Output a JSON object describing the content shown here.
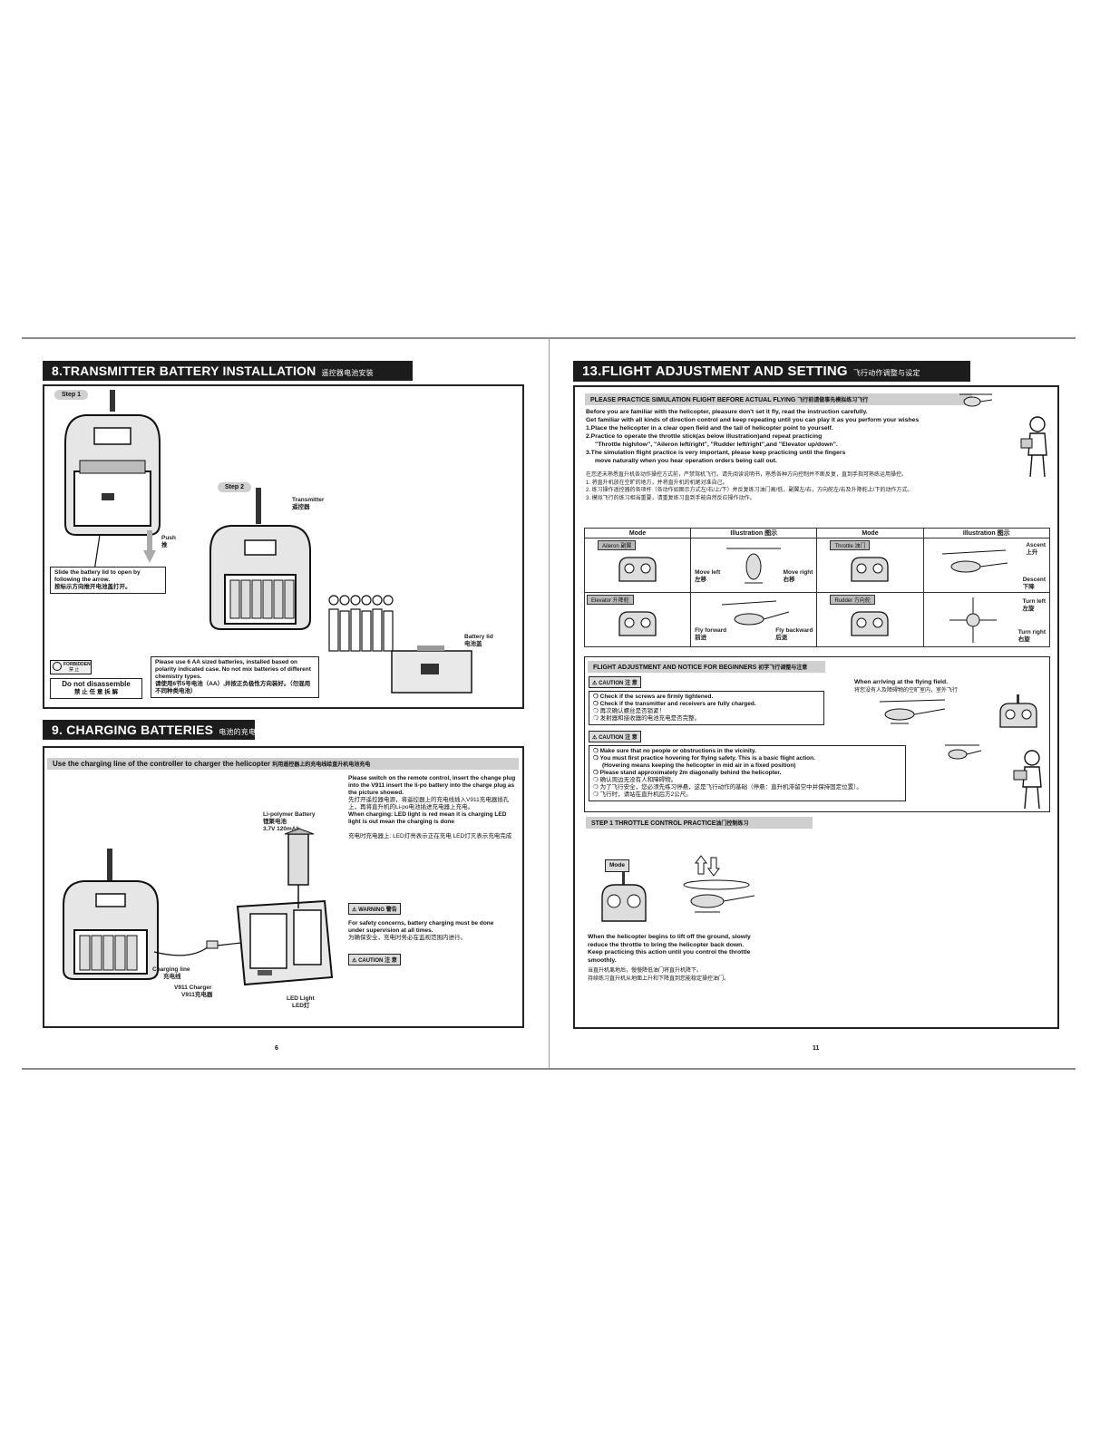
{
  "left_page": {
    "section8": {
      "title": "8.TRANSMITTER BATTERY INSTALLATION",
      "title_zh": "遥控器电池安装",
      "step1": "Step 1",
      "step2": "Step 2",
      "push": "Push",
      "push_zh": "推",
      "transmitter": "Transmitter",
      "transmitter_zh": "遥控器",
      "battery_lid": "Battery lid",
      "battery_lid_zh": "电池盖",
      "slide_note": "Slide the battery lid to open by following the arrow.",
      "slide_note_zh": "按标示方向推开电池盖打开。",
      "forbidden": "FORBIDDEN",
      "forbidden_zh": "禁 止",
      "do_not": "Do not disassemble",
      "do_not_zh": "禁 止 任 意 拆 解",
      "battery_note": "Please use 6 AA sized batteries, installed based on polarity indicated case. No not mix batteries of different chemistry types.",
      "battery_note_zh": "请使用6节5号电池（AA）,并按正负极性方向装好。（勿混用不同种类电池）"
    },
    "section9": {
      "title": "9. CHARGING BATTERIES",
      "title_zh": "电池的充电",
      "bar": "Use the charging line of the controller to charger the helicopter",
      "bar_zh": "利用遥控器上的充电线给直升机电池充电",
      "instructions": "Please switch on the remote control, insert the change plug into the V911 insert the li-po battery into the charge plug as the picture showed.",
      "instructions_zh": "先打开遥控器电源，将遥控器上的充电线插入V911充电器插孔上，再将直升机的Li-po电池插进充电器上充电。",
      "when_charging": "When charging: LED light is red mean it is charging  LED light is out mean the charging is done",
      "when_charging_zh": "充电时充电器上: LED灯亮表示正在充电  LED灯灭表示充电完成",
      "lipo_label": "Li-polymer Battery",
      "lipo_zh": "锂聚电池",
      "lipo_spec": "3.7V 120mAh",
      "charging_line": "Charging line",
      "charging_line_zh": "充电线",
      "charger": "V911 Charger",
      "charger_zh": "V911充电器",
      "led": "LED Light",
      "led_zh": "LED灯",
      "warning": "WARNING",
      "warning_zh": "警告",
      "safety": "For safety concerns, battery charging must be done under supervision at all times.",
      "safety_zh": "为确保安全，充电时务必在监视范围内进行。",
      "caution": "CAUTION",
      "caution_zh": "注 意"
    },
    "page_number": "6"
  },
  "right_page": {
    "section13": {
      "title": "13.FLIGHT ADJUSTMENT AND SETTING",
      "title_zh": "飞行动作调整与设定",
      "practice_bar": "PLEASE PRACTICE SIMULATION FLIGHT BEFORE ACTUAL FLYING",
      "practice_bar_zh": "飞行前请做事先模拟练习飞行",
      "intro_lines": [
        "Before you are familiar with the helicopter, pleasure don't set it fly, read the instruction carefully.",
        "Get familiar with all kinds of direction control and keep repeating until you can play it as you perform your wishes",
        "1.Place the helicopter in a clear open field and the tail of helicopter point to yourself.",
        "2.Practice to operate the throttle stick(as below illustration)and repeat practicing",
        "\"Throttle high/low\", \"Aileron left/right\", \"Rudder left/right\",and \"Elevator up/down\".",
        "3.The simulation flight practice is very important, please keep practicing until the fingers",
        "move naturally when you hear operation orders being call out."
      ],
      "intro_zh_lines": [
        "在您还未熟悉直升机各动作操控方式前，严禁驾机飞行。请先阅读说明书，熟悉各种方向控制并不断反复，直到手指可熟练运用操控。",
        "1. 将直升机放在空旷的地方，并将直升机的机尾对准自己。",
        "2. 练习操作遥控器的各项杆（各动作如图示方式左/右/上/下）并反复练习油门高/低，副翼左/右，方向舵左/右及升降舵上/下的动作方式。",
        "3. 模拟飞行的练习相当重要，请重复练习直到手能自然反应操作动作。"
      ],
      "table": {
        "headers": [
          "Mode",
          "Illustration 图示",
          "Mode",
          "Illustration 图示"
        ],
        "rows": [
          {
            "mode1": "Aileron 副翼",
            "ill1_left": "Move left",
            "ill1_left_zh": "左移",
            "ill1_right": "Move right",
            "ill1_right_zh": "右移",
            "mode2": "Throttle 油门",
            "ill2_top": "Ascent",
            "ill2_top_zh": "上升",
            "ill2_bottom": "Descent",
            "ill2_bottom_zh": "下降"
          },
          {
            "mode1": "Elevator 升降舵",
            "ill1_left": "Fly forward",
            "ill1_left_zh": "前进",
            "ill1_right": "Fly backward",
            "ill1_right_zh": "后退",
            "mode2": "Rudder 方向舵",
            "ill2_top": "Turn left",
            "ill2_top_zh": "左旋",
            "ill2_bottom": "Turn right",
            "ill2_bottom_zh": "右旋"
          }
        ]
      },
      "notice_bar": "FLIGHT ADJUSTMENT AND NOTICE FOR BEGINNERS",
      "notice_bar_zh": "初学飞行调整与注意",
      "caution": "CAUTION",
      "caution_zh": "注 意",
      "arriving": "When arriving at the flying field.",
      "arriving_zh": "将您没有人及障碍物的空旷室内，室外飞行",
      "checks": [
        "Check if the screws are firmly tightened.",
        "Check if the transmitter and receivers are fully charged.",
        "再次确认螺丝是否锁紧！",
        "发射器和接收器的电池充电是否完整。"
      ],
      "safety_points": [
        "Make sure that no people or obstructions in the vicinity.",
        "You must first practice hovering for flying safety. This is a basic flight action.",
        "(Hovering means keeping the helicopter in mid air in a fixed position)",
        "Please stand approximately 2m diagonally behind the helicopter.",
        "确认周边无没有人和障碍物。",
        "为了飞行安全，您必须先练习停悬，这是飞行动作的基础（停悬：直升机滞留空中并保持固定位置）。",
        "飞行时，请站在直升机后方2公尺。"
      ],
      "step1_bar": "STEP 1 THROTTLE CONTROL PRACTICE",
      "step1_bar_zh": "油门控制练习",
      "mode_label": "Mode",
      "step1_text": [
        "When the helicopter begins to lift off the ground, slowly",
        "reduce the throttle to bring the helicopter back down.",
        "Keep practicing this action until you control the throttle",
        "smoothly."
      ],
      "step1_zh": [
        "当直升机离地后，慢慢降低油门将直升机降下。",
        "持续练习直升机从地面上升和下降直到您能稳定操控油门。"
      ]
    },
    "page_number": "11"
  }
}
